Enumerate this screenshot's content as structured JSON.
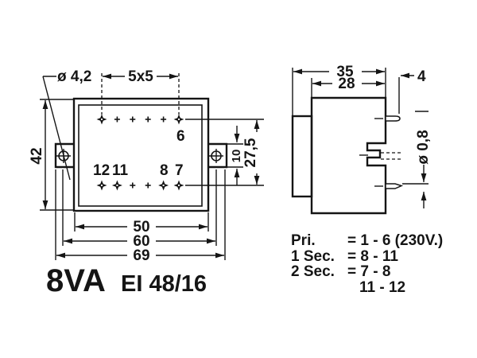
{
  "title": {
    "power": "8VA",
    "core": "EI 48/16"
  },
  "top_view": {
    "hole_diameter": "ø 4,2",
    "pin_grid": "5x5",
    "height": "42",
    "body_width": "50",
    "hole_spacing": "60",
    "overall_width": "69",
    "tab_height": "10",
    "row_spacing": "27,5",
    "pins": {
      "p6": "6",
      "p12": "12",
      "p11": "11",
      "p8": "8",
      "p7": "7"
    }
  },
  "side_view": {
    "overall_depth": "35",
    "body_depth": "28",
    "pin_length": "4",
    "pin_diameter": "ø 0,8"
  },
  "connections": {
    "primary_label": "Pri.",
    "primary_value": "= 1 - 6 (230V.)",
    "secondary1_label": "1 Sec.",
    "secondary1_value": "= 8 - 11",
    "secondary2_label": "2 Sec.",
    "secondary2_value": "= 7 - 8",
    "secondary2_value_cont": "11 - 12"
  },
  "colors": {
    "ink": "#151515",
    "background": "#ffffff"
  }
}
